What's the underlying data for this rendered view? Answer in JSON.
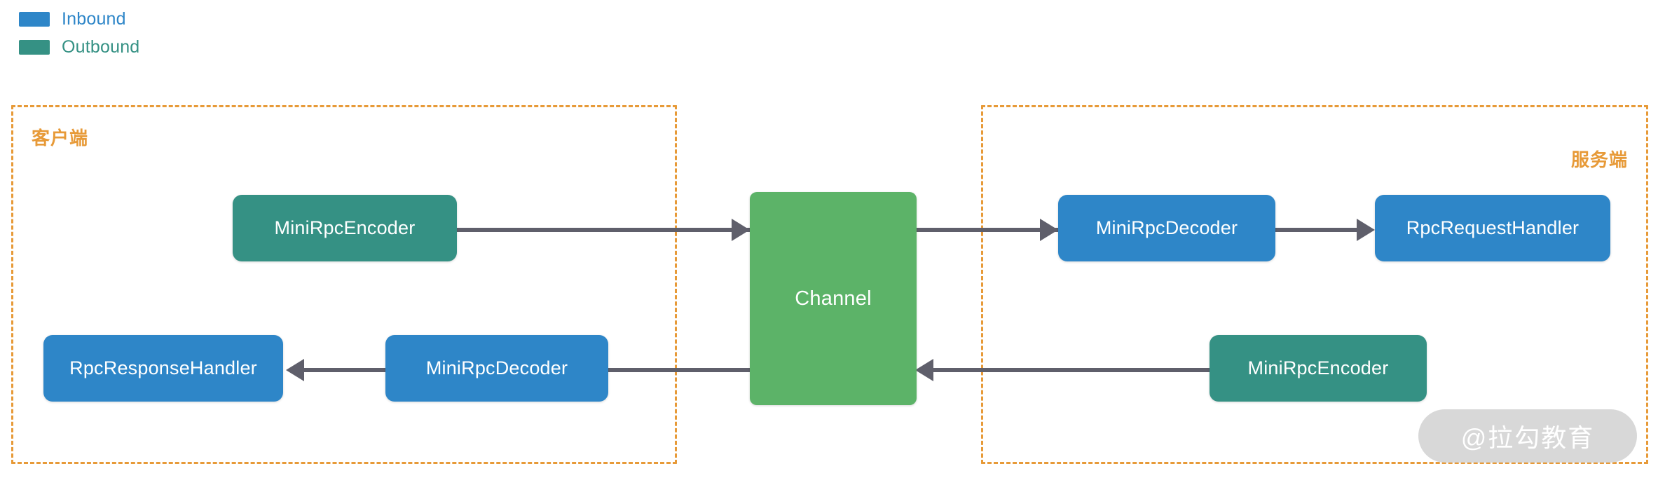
{
  "legend": {
    "items": [
      {
        "label": "Inbound",
        "color": "#2e86c8"
      },
      {
        "label": "Outbound",
        "color": "#359184"
      }
    ]
  },
  "groups": [
    {
      "name": "client",
      "label": "客户端",
      "border_color": "#e79a38"
    },
    {
      "name": "server",
      "label": "服务端",
      "border_color": "#e79a38"
    }
  ],
  "nodes": {
    "client_encoder": {
      "label": "MiniRpcEncoder",
      "color": "#359184",
      "kind": "Outbound"
    },
    "client_decoder": {
      "label": "MiniRpcDecoder",
      "color": "#2e86c8",
      "kind": "Inbound"
    },
    "client_response": {
      "label": "RpcResponseHandler",
      "color": "#2e86c8",
      "kind": "Inbound"
    },
    "channel": {
      "label": "Channel",
      "color": "#5cb368",
      "kind": "Channel"
    },
    "server_decoder": {
      "label": "MiniRpcDecoder",
      "color": "#2e86c8",
      "kind": "Inbound"
    },
    "server_request": {
      "label": "RpcRequestHandler",
      "color": "#2e86c8",
      "kind": "Inbound"
    },
    "server_encoder": {
      "label": "MiniRpcEncoder",
      "color": "#359184",
      "kind": "Outbound"
    }
  },
  "edges": {
    "color": "#5f5f6b"
  },
  "watermark": {
    "text": "@拉勾教育"
  }
}
